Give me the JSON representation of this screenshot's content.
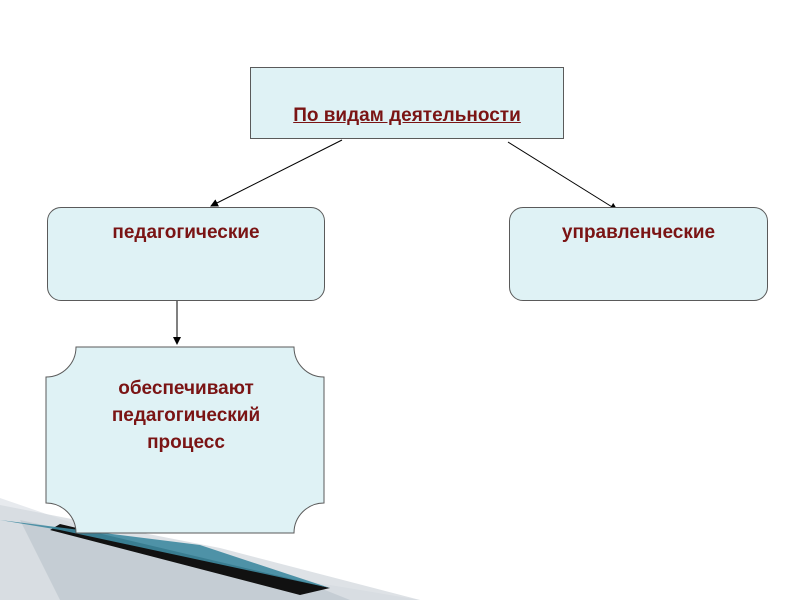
{
  "diagram": {
    "root": {
      "label": "По видам деятельности"
    },
    "children": [
      {
        "label": "педагогические"
      },
      {
        "label": "управленческие"
      }
    ],
    "grandchild": {
      "lines": [
        "обеспечивают",
        "педагогический",
        "процесс"
      ]
    }
  },
  "colors": {
    "box_fill": "#dff2f5",
    "box_border": "#5a5a5a",
    "text": "#7a1414",
    "arrow": "#000000"
  }
}
